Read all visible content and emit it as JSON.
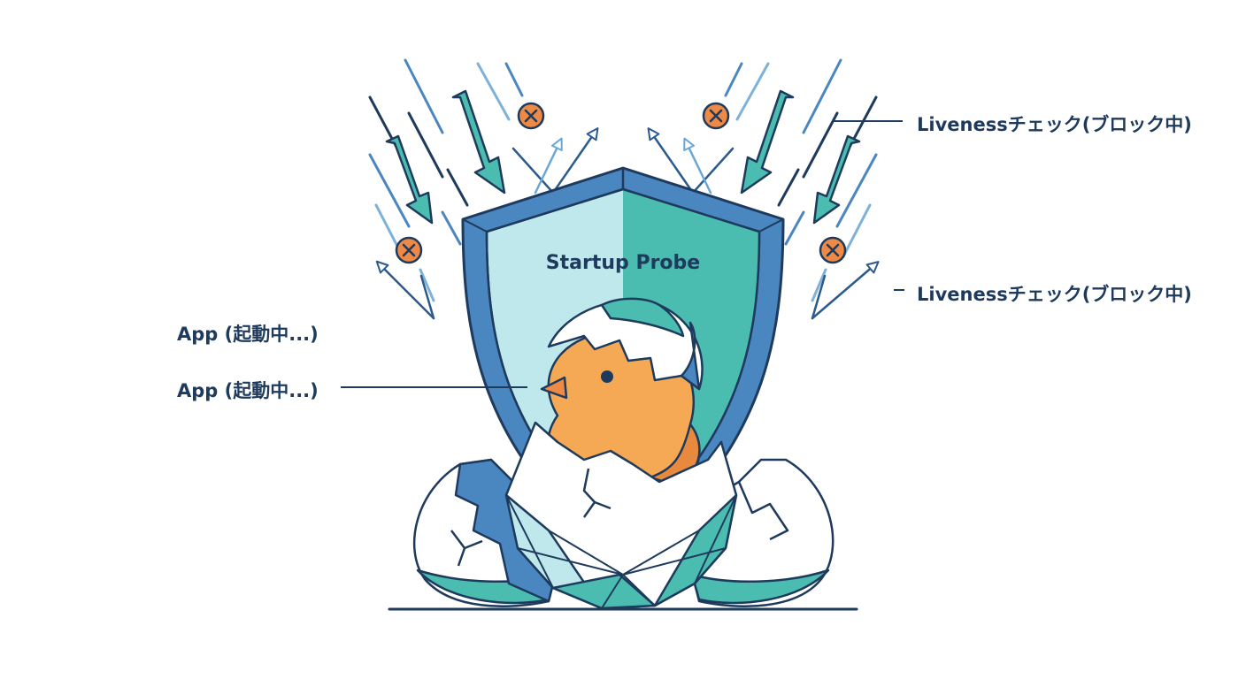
{
  "shield": {
    "title": "Startup Probe"
  },
  "labels": {
    "app_top": "App (起動中...)",
    "app_bottom": "App (起動中...)",
    "liveness_top": "Livenessチェック(ブロック中)",
    "liveness_bottom": "Livenessチェック(ブロック中)"
  },
  "colors": {
    "navy": "#1e3a5c",
    "shield_blue": "#4a86c0",
    "teal": "#4bbdb0",
    "light_teal": "#bfe8ec",
    "chick_orange": "#f5a955",
    "blocked_orange": "#ee8a45"
  },
  "icons": {
    "blocked_marker": "x-circle-icon",
    "incoming_arrow": "arrow-down-icon",
    "deflected_arrow": "arrow-up-icon"
  }
}
